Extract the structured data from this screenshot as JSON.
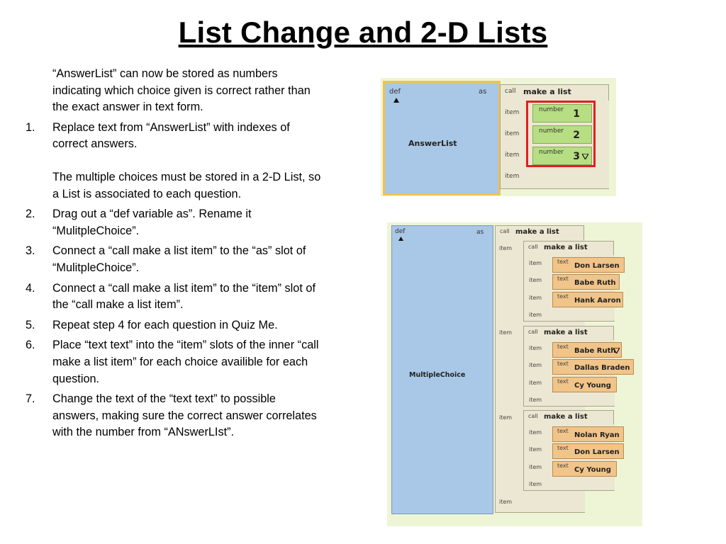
{
  "title": "List Change and 2-D Lists",
  "intro": "“AnswerList” can now be stored as numbers indicating which choice given is correct rather than the exact answer in text form.",
  "steps": [
    {
      "num": "1.",
      "text": "Replace text from “AnswerList” with indexes of correct answers."
    },
    {
      "num": "2.",
      "text": "Drag out a “def variable as”. Rename it “MulitpleChoice”."
    },
    {
      "num": "3.",
      "text": "Connect a “call make a list item” to the “as” slot of “MulitpleChoice”."
    },
    {
      "num": "4.",
      "text": "Connect a “call make a list item” to the “item” slot of  the “call make a list item”."
    },
    {
      "num": "5.",
      "text": "Repeat  step 4 for each question in Quiz Me."
    },
    {
      "num": "6.",
      "text": "Place “text text” into the “item” slots of the inner “call make a list item” for each choice availible for each question."
    },
    {
      "num": "7.",
      "text": "Change the text of the “text text” to possible answers, making sure the correct answer correlates with the number from “ANswerLIst”."
    }
  ],
  "middle_note": "The multiple choices must be stored in a 2-D List, so a List is associated to each question.",
  "answer_panel": {
    "def_label": "def",
    "as_label": "as",
    "var_name": "AnswerList",
    "call_label": "call",
    "make_list_label": "make a list",
    "item_label": "item",
    "number_label": "number",
    "values": [
      "1",
      "2",
      "3"
    ],
    "highlight_color": "#e02020"
  },
  "choice_panel": {
    "def_label": "def",
    "as_label": "as",
    "var_name": "MultipleChoice",
    "call_label": "call",
    "make_list_label": "make a list",
    "item_label": "item",
    "text_label": "text",
    "questions": [
      {
        "choices": [
          "Don Larsen",
          "Babe Ruth",
          "Hank Aaron"
        ]
      },
      {
        "choices": [
          "Babe Ruth",
          "Dallas Braden",
          "Cy Young"
        ]
      },
      {
        "choices": [
          "Nolan Ryan",
          "Don Larsen",
          "Cy Young"
        ]
      }
    ]
  }
}
